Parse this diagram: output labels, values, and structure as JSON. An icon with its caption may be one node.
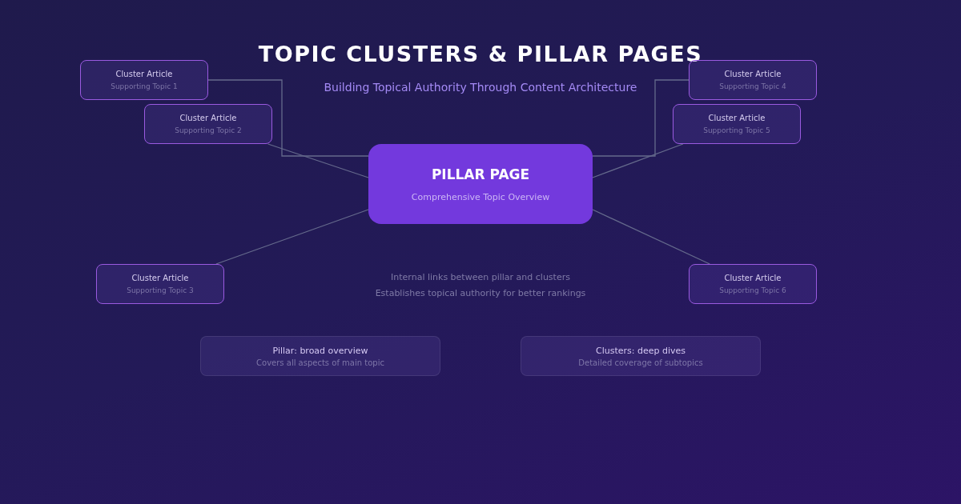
{
  "diagram": {
    "title": "TOPIC CLUSTERS & PILLAR PAGES",
    "caption": "Building Topical Authority Through Content Architecture",
    "nodes": [
      {
        "text": [
          "PILLAR PAGE",
          "Comprehensive Topic Overview"
        ]
      },
      {
        "text": [
          "Cluster Article",
          "Supporting Topic 1"
        ]
      },
      {
        "text": [
          "Cluster Article",
          "Supporting Topic 2"
        ]
      },
      {
        "text": [
          "Cluster Article",
          "Supporting Topic 3"
        ]
      },
      {
        "text": [
          "Cluster Article",
          "Supporting Topic 4"
        ]
      },
      {
        "text": [
          "Cluster Article",
          "Supporting Topic 5"
        ]
      },
      {
        "text": [
          "Cluster Article",
          "Supporting Topic 6"
        ]
      },
      {
        "text": [
          "Pillar: broad overview",
          "Covers all aspects of main topic"
        ]
      },
      {
        "text": [
          "Clusters: deep dives",
          "Detailed coverage of subtopics"
        ]
      }
    ],
    "edges": [
      {
        "from": 0,
        "to": 1,
        "arrow": "none"
      },
      {
        "from": 0,
        "to": 2,
        "arrow": "none"
      },
      {
        "from": 0,
        "to": 3,
        "arrow": "none"
      },
      {
        "from": 0,
        "to": 4,
        "arrow": "none"
      },
      {
        "from": 0,
        "to": 5,
        "arrow": "none"
      },
      {
        "from": 0,
        "to": 6,
        "arrow": "none"
      }
    ],
    "labels": [
      "Internal links between pillar and clusters",
      "Establishes topical authority for better rankings"
    ]
  }
}
